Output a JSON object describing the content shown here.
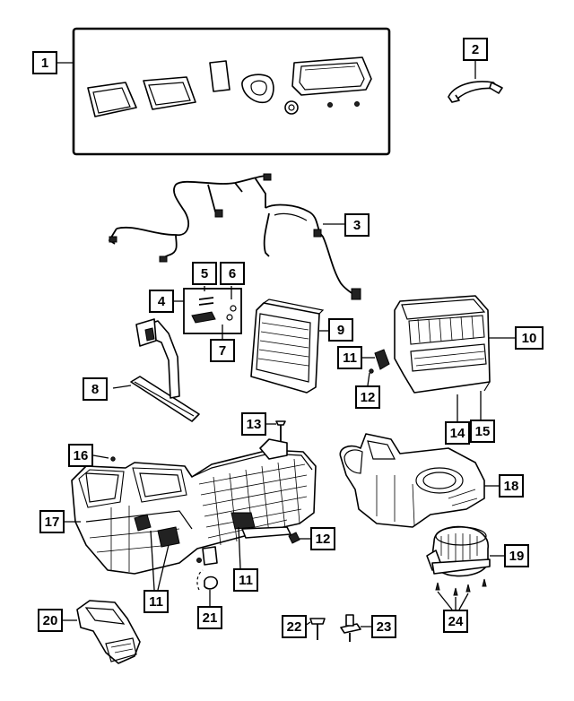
{
  "diagram": {
    "callouts": [
      {
        "id": "c1",
        "label": "1"
      },
      {
        "id": "c2",
        "label": "2"
      },
      {
        "id": "c3",
        "label": "3"
      },
      {
        "id": "c4",
        "label": "4"
      },
      {
        "id": "c5",
        "label": "5"
      },
      {
        "id": "c6",
        "label": "6"
      },
      {
        "id": "c7",
        "label": "7"
      },
      {
        "id": "c8",
        "label": "8"
      },
      {
        "id": "c9",
        "label": "9"
      },
      {
        "id": "c10",
        "label": "10"
      },
      {
        "id": "c11a",
        "label": "11"
      },
      {
        "id": "c12a",
        "label": "12"
      },
      {
        "id": "c13",
        "label": "13"
      },
      {
        "id": "c14",
        "label": "14"
      },
      {
        "id": "c15",
        "label": "15"
      },
      {
        "id": "c16",
        "label": "16"
      },
      {
        "id": "c17",
        "label": "17"
      },
      {
        "id": "c18",
        "label": "18"
      },
      {
        "id": "c12b",
        "label": "12"
      },
      {
        "id": "c11b",
        "label": "11"
      },
      {
        "id": "c19",
        "label": "19"
      },
      {
        "id": "c11c",
        "label": "11"
      },
      {
        "id": "c20",
        "label": "20"
      },
      {
        "id": "c21",
        "label": "21"
      },
      {
        "id": "c22",
        "label": "22"
      },
      {
        "id": "c23",
        "label": "23"
      },
      {
        "id": "c24",
        "label": "24"
      }
    ]
  }
}
